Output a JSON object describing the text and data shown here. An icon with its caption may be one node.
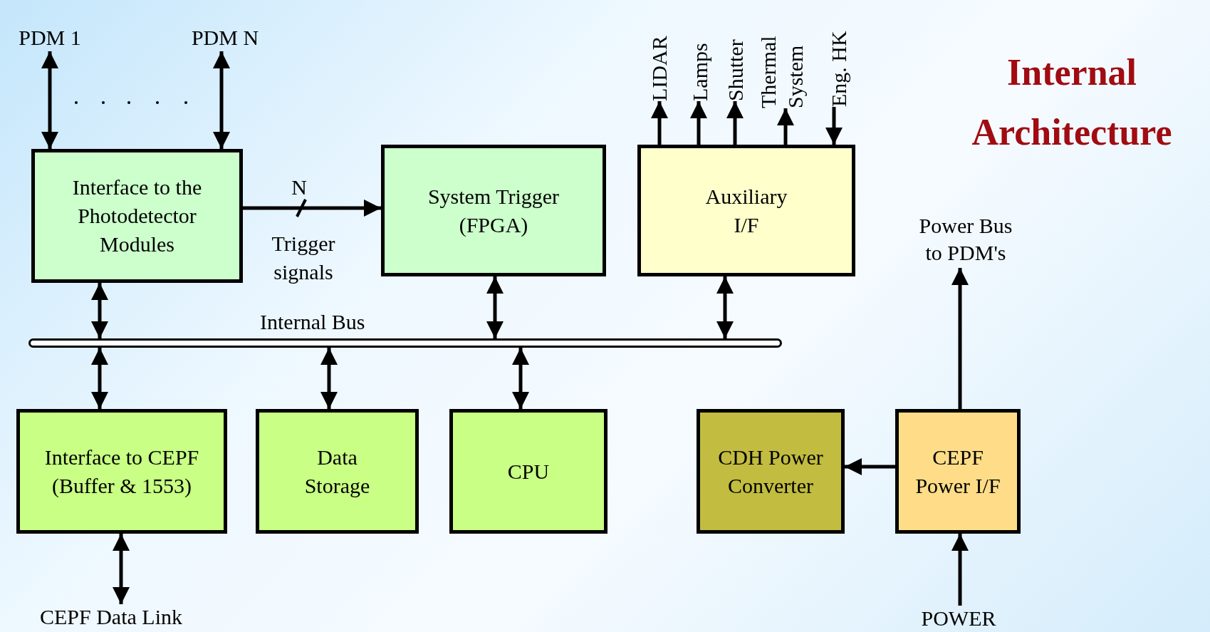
{
  "diagram": {
    "title": "Internal Architecture",
    "nodes": [
      {
        "text": [
          "PDM 1"
        ]
      },
      {
        "text": [
          "PDM N"
        ]
      },
      {
        "text": [
          "Interface to the Photodetector Modules"
        ]
      },
      {
        "text": [
          "System Trigger (FPGA)"
        ]
      },
      {
        "text": [
          "Auxiliary I/F"
        ]
      },
      {
        "text": [
          "LIDAR"
        ]
      },
      {
        "text": [
          "Lamps"
        ]
      },
      {
        "text": [
          "Shutter"
        ]
      },
      {
        "text": [
          "Thermal System"
        ]
      },
      {
        "text": [
          "Eng. HK"
        ]
      },
      {
        "text": [
          "Internal Bus"
        ]
      },
      {
        "text": [
          "Interface to CEPF (Buffer & 1553)"
        ]
      },
      {
        "text": [
          "Data Storage"
        ]
      },
      {
        "text": [
          "CPU"
        ]
      },
      {
        "text": [
          "CDH Power Converter"
        ]
      },
      {
        "text": [
          "CEPF Power I/F"
        ]
      },
      {
        "text": [
          "Power Bus to PDM's"
        ]
      },
      {
        "text": [
          "CEPF Data Link"
        ]
      },
      {
        "text": [
          "POWER"
        ]
      }
    ],
    "edges": [
      {
        "from": 0,
        "to": 2,
        "arrow": "both"
      },
      {
        "from": 1,
        "to": 2,
        "arrow": "both"
      },
      {
        "from": 2,
        "to": 3,
        "arrow": "to",
        "label": "Trigger signals"
      },
      {
        "from": 4,
        "to": 5,
        "arrow": "to"
      },
      {
        "from": 4,
        "to": 6,
        "arrow": "to"
      },
      {
        "from": 4,
        "to": 7,
        "arrow": "to"
      },
      {
        "from": 4,
        "to": 8,
        "arrow": "to"
      },
      {
        "from": 9,
        "to": 4,
        "arrow": "to"
      },
      {
        "from": 2,
        "to": 10,
        "arrow": "both"
      },
      {
        "from": 3,
        "to": 10,
        "arrow": "both"
      },
      {
        "from": 4,
        "to": 10,
        "arrow": "both"
      },
      {
        "from": 10,
        "to": 11,
        "arrow": "both"
      },
      {
        "from": 10,
        "to": 12,
        "arrow": "both"
      },
      {
        "from": 10,
        "to": 13,
        "arrow": "both"
      },
      {
        "from": 11,
        "to": 17,
        "arrow": "both"
      },
      {
        "from": 15,
        "to": 14,
        "arrow": "to"
      },
      {
        "from": 15,
        "to": 16,
        "arrow": "to"
      },
      {
        "from": 18,
        "to": 15,
        "arrow": "to"
      }
    ],
    "labels": [
      "N"
    ]
  }
}
